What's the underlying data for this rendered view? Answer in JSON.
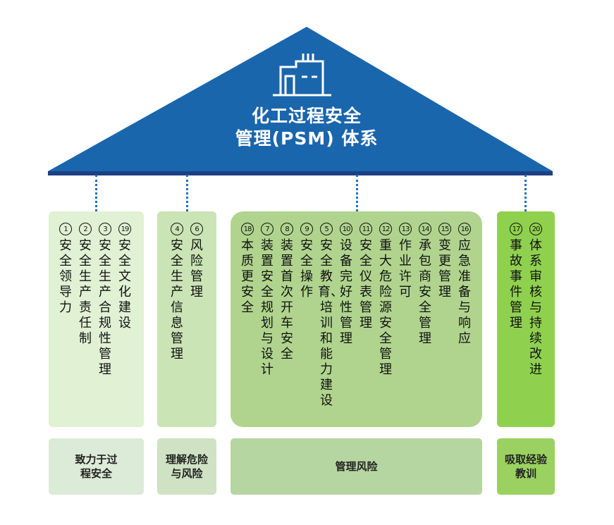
{
  "colors": {
    "roof": "#1a66ad",
    "roof_line": "#1d3f82",
    "pale_green": "#e0f1d4",
    "light_green": "#cbe4b5",
    "mid_green": "#b0d48e",
    "bright_green": "#8fd14f",
    "foot_pale": "#dcebd7",
    "foot_light": "#cfe2c3",
    "foot_mid": "#b6d6a1",
    "foot_bright": "#9ad160"
  },
  "header": {
    "icon": "factory-icon",
    "title_line1": "化工过程安全",
    "title_line2": "管理(PSM) 体系"
  },
  "groups": [
    {
      "label": "致力于过程安全",
      "items": [
        {
          "num": "1",
          "text": "安全领导力"
        },
        {
          "num": "2",
          "text": "安全生产责任制"
        },
        {
          "num": "3",
          "text": "安全生产合规性管理"
        },
        {
          "num": "19",
          "text": "安全文化建设"
        }
      ]
    },
    {
      "label": "理解危险与风险",
      "items": [
        {
          "num": "4",
          "text": "安全生产信息管理"
        },
        {
          "num": "6",
          "text": "风险管理"
        }
      ]
    },
    {
      "label": "管理风险",
      "items": [
        {
          "num": "18",
          "text": "本质更安全"
        },
        {
          "num": "7",
          "text": "装置安全规划与设计"
        },
        {
          "num": "8",
          "text": "装置首次开车安全"
        },
        {
          "num": "9",
          "text": "安全操作"
        },
        {
          "num": "5",
          "text": "安全教育、培训和能力建设"
        },
        {
          "num": "10",
          "text": "设备完好性管理"
        },
        {
          "num": "11",
          "text": "安全仪表管理"
        },
        {
          "num": "12",
          "text": "重大危险源安全管理"
        },
        {
          "num": "13",
          "text": "作业许可"
        },
        {
          "num": "14",
          "text": "承包商安全管理"
        },
        {
          "num": "15",
          "text": "变更管理"
        },
        {
          "num": "16",
          "text": "应急准备与响应"
        }
      ]
    },
    {
      "label": "吸取经验教训",
      "items": [
        {
          "num": "17",
          "text": "事故事件管理"
        },
        {
          "num": "20",
          "text": "体系审核与持续改进"
        }
      ]
    }
  ]
}
